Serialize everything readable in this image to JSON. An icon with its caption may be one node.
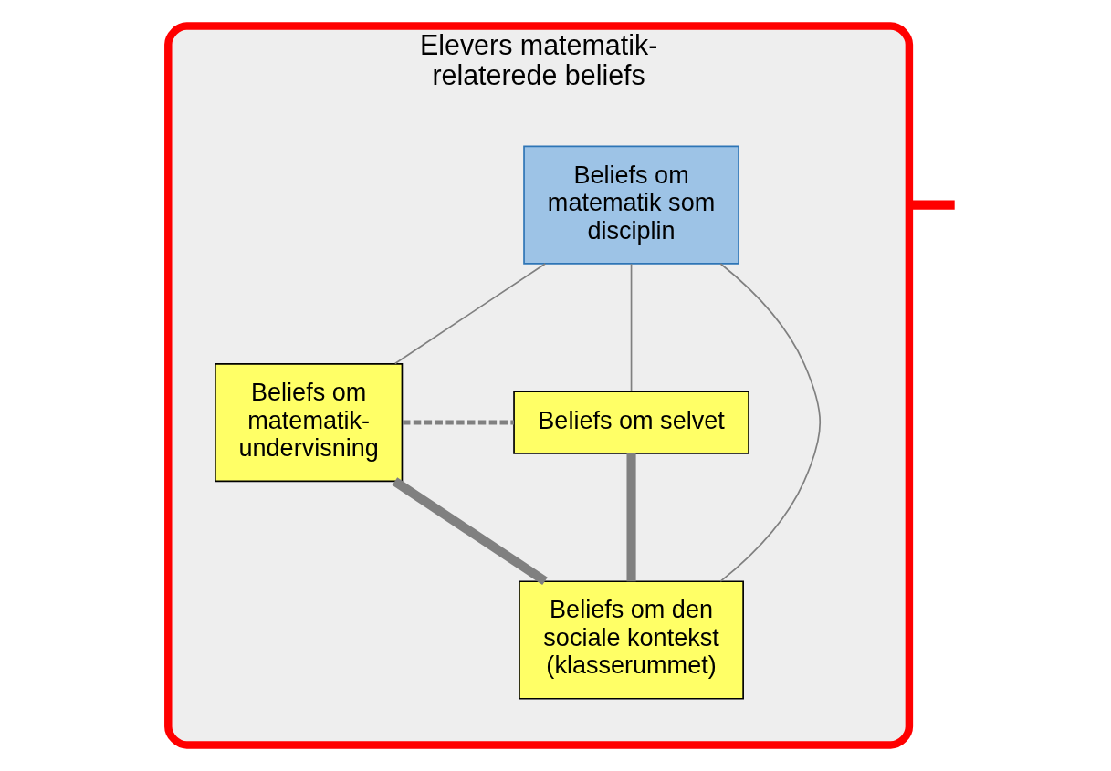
{
  "diagram": {
    "nodes": [
      {
        "text": [
          "Elevers matematik- relaterede beliefs"
        ]
      },
      {
        "text": [
          "Beliefs om matematik som disciplin"
        ],
        "in": 0
      },
      {
        "text": [
          "Beliefs om matematik- undervisning"
        ],
        "in": 0
      },
      {
        "text": [
          "Beliefs om selvet"
        ],
        "in": 0
      },
      {
        "text": [
          "Beliefs om den sociale kontekst (klasserummet)"
        ],
        "in": 0
      }
    ],
    "edges": [
      {
        "from": null,
        "to": 0,
        "arrow": "none",
        "style": "thick",
        "color": "#ff0000"
      },
      {
        "from": 1,
        "to": 2,
        "arrow": "none"
      },
      {
        "from": 1,
        "to": 3,
        "arrow": "none"
      },
      {
        "from": 1,
        "to": 4,
        "arrow": "none"
      },
      {
        "from": 2,
        "to": 3,
        "arrow": "none",
        "style": "dashed"
      },
      {
        "from": 2,
        "to": 4,
        "arrow": "none",
        "style": "thick"
      },
      {
        "from": 3,
        "to": 4,
        "arrow": "none",
        "style": "thick"
      }
    ]
  }
}
